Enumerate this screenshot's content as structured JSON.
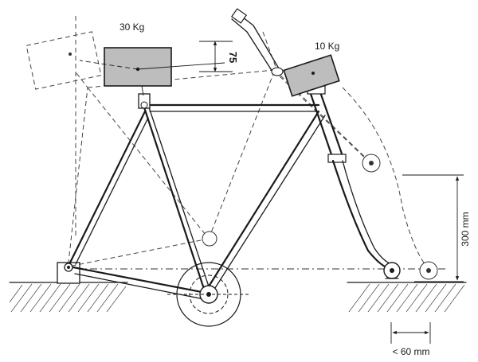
{
  "figure": {
    "weight_seat_label": "30 Kg",
    "weight_head_label": "10 Kg",
    "offset_label": "75",
    "height_label": "300 mm",
    "shift_label": "< 60 mm"
  }
}
